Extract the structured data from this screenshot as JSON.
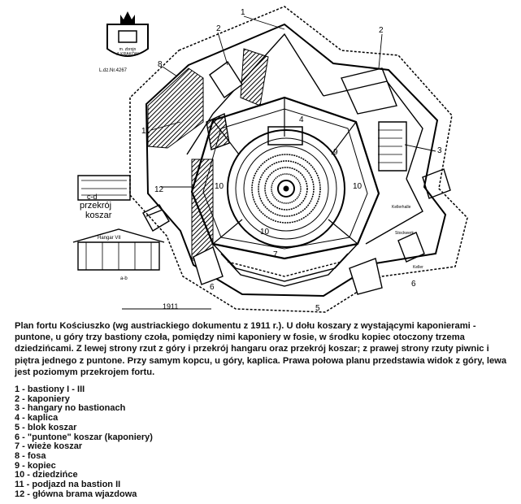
{
  "plan": {
    "crest_text_1": "m. zbrojn",
    "crest_text_2": "A.KRAKÓW",
    "stamp_text": "L.dz.Nr.4267",
    "section_label_1": "c-d",
    "section_label_2": "przekrój",
    "section_label_3": "koszar",
    "hangar_label": "Hangar VII",
    "hangar_sub": "a-b",
    "year_label": "1911",
    "stock_label_1": "Kellerhalle",
    "stock_label_2": "Stockwerk",
    "stock_label_3": "Keller",
    "numbers": [
      "1",
      "2",
      "3",
      "4",
      "5",
      "6",
      "7",
      "8",
      "9",
      "10",
      "11",
      "12"
    ]
  },
  "caption": "Plan fortu Kościuszko (wg austriackiego dokumentu z 1911 r.). U dołu koszary z wystającymi kaponierami - puntone, u góry trzy bastiony czoła, pomiędzy nimi kaponiery w fosie, w środku kopiec otoczony trzema dziedzińcami. Z lewej strony rzut z góry i przekrój hangaru oraz przekrój koszar; z prawej strony rzuty piwnic i piętra jednego z puntone. Przy samym kopcu, u góry, kaplica. Prawa połowa planu przedstawia widok z góry, lewa jest poziomym przekrojem fortu.",
  "legend": [
    "1 - bastiony I - III",
    "2 - kaponiery",
    "3 - hangary no bastionach",
    "4 - kaplica",
    "5 - blok koszar",
    "6 - \"puntone\" koszar (kaponiery)",
    "7 - wieże koszar",
    "8 - fosa",
    "9 - kopiec",
    "10 - dziedzińce",
    "11 - podjazd na bastion II",
    "12 - główna brama wjazdowa"
  ]
}
